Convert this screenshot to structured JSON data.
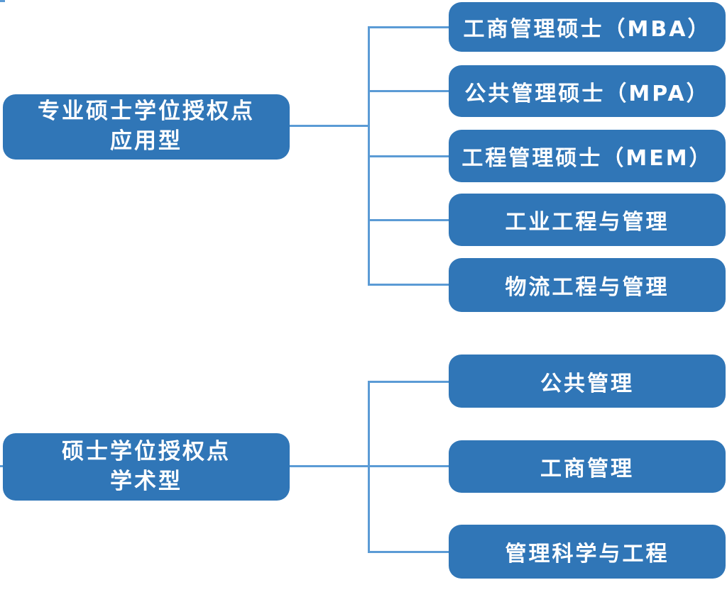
{
  "diagram": {
    "type": "hierarchy-tree",
    "orientation": "left-to-right",
    "colors": {
      "node_fill": "#3076b7",
      "connector": "#5b9bd5",
      "node_text": "#ffffff",
      "background": "#ffffff"
    },
    "groups": [
      {
        "parent": {
          "line1": "专业硕士学位授权点",
          "line2": "应用型"
        },
        "children": [
          "工商管理硕士（MBA）",
          "公共管理硕士（MPA）",
          "工程管理硕士（MEM）",
          "工业工程与管理",
          "物流工程与管理"
        ]
      },
      {
        "parent": {
          "line1": "硕士学位授权点",
          "line2": "学术型"
        },
        "children": [
          "公共管理",
          "工商管理",
          "管理科学与工程"
        ]
      }
    ]
  }
}
